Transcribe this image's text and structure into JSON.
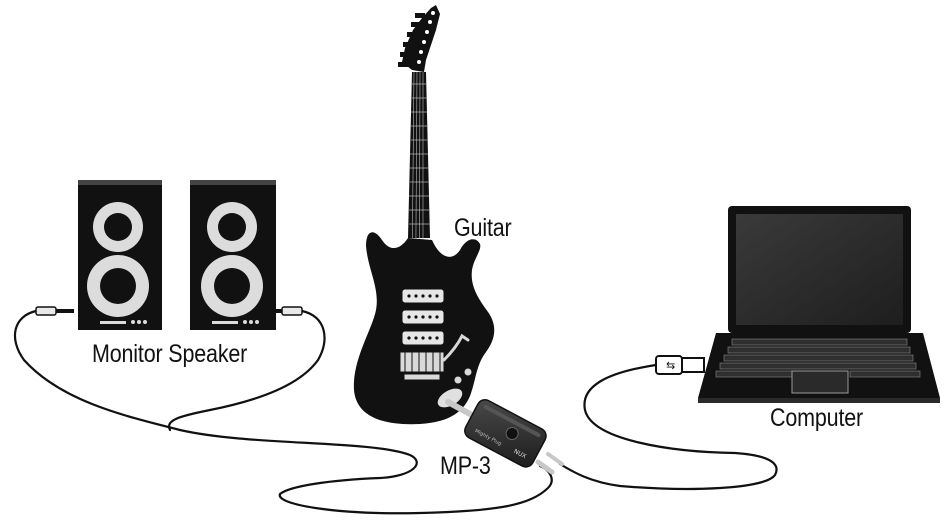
{
  "labels": {
    "guitar": "Guitar",
    "monitor_speaker": "Monitor Speaker",
    "computer": "Computer",
    "mp3": "MP-3"
  },
  "device": {
    "brand_text": "NUX",
    "model_text": "Mighty Plug"
  },
  "colors": {
    "ink": "#111111",
    "device_body": "#2b2b2b",
    "speaker_cone": "#dcdcdc",
    "screen": "#2a2a2a"
  }
}
